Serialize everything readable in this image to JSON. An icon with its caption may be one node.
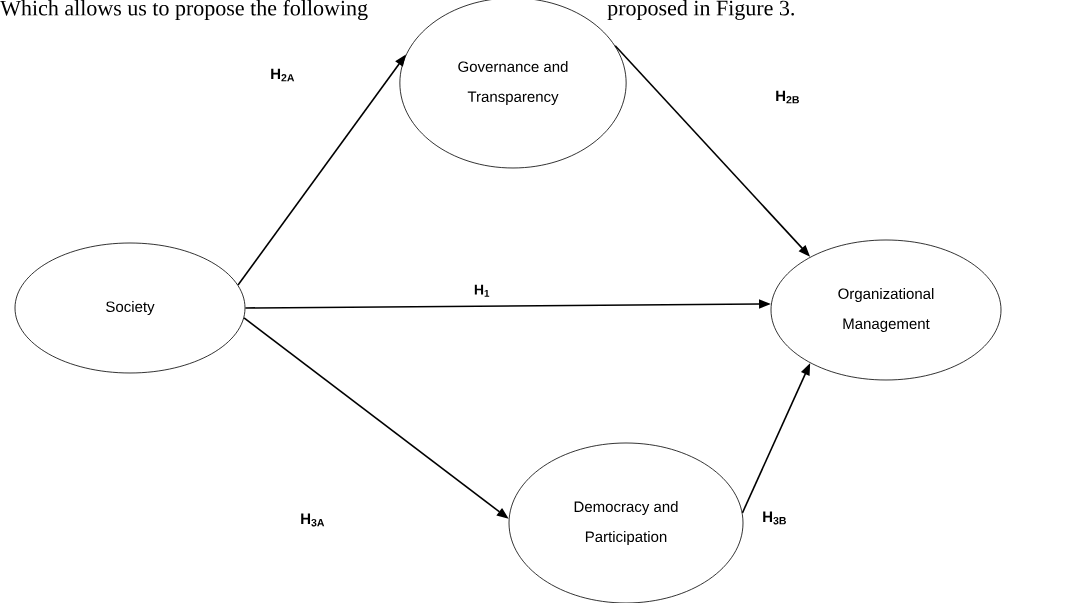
{
  "diagram": {
    "nodes": [
      {
        "text": [
          "Society"
        ]
      },
      {
        "text": [
          "Governance and Transparency"
        ]
      },
      {
        "text": [
          "Organizational Management"
        ]
      },
      {
        "text": [
          "Democracy and Participation"
        ]
      }
    ],
    "edges": [
      {
        "from": 0,
        "to": 1,
        "arrow": "to"
      },
      {
        "from": 1,
        "to": 2,
        "arrow": "to"
      },
      {
        "from": 0,
        "to": 2,
        "arrow": "to",
        "label": "H$_{1}$"
      },
      {
        "from": 0,
        "to": 3,
        "arrow": "to"
      },
      {
        "from": 3,
        "to": 2,
        "arrow": "to"
      }
    ],
    "labels": [
      "Which allows us to propose the following",
      "proposed in Figure 3.",
      "H$_{2A}$",
      "H$_{2B}$",
      "H$_{3A}$",
      "H$_{3B}$"
    ]
  }
}
